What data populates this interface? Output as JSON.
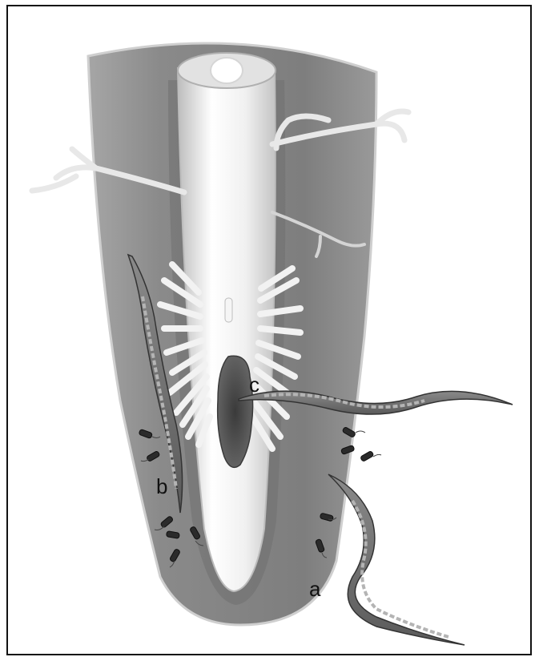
{
  "figure": {
    "labels": [
      {
        "key": "a",
        "text": "a"
      },
      {
        "key": "b",
        "text": "b"
      },
      {
        "key": "c",
        "text": "c"
      }
    ]
  },
  "colors": {
    "frame": "#111111",
    "cortex": "#8c8c8c",
    "stele": "#e6e6e6",
    "lesion": "#4a4a4a",
    "nematode": "#6e6e6e",
    "bacteria": "#2b2b2b"
  }
}
